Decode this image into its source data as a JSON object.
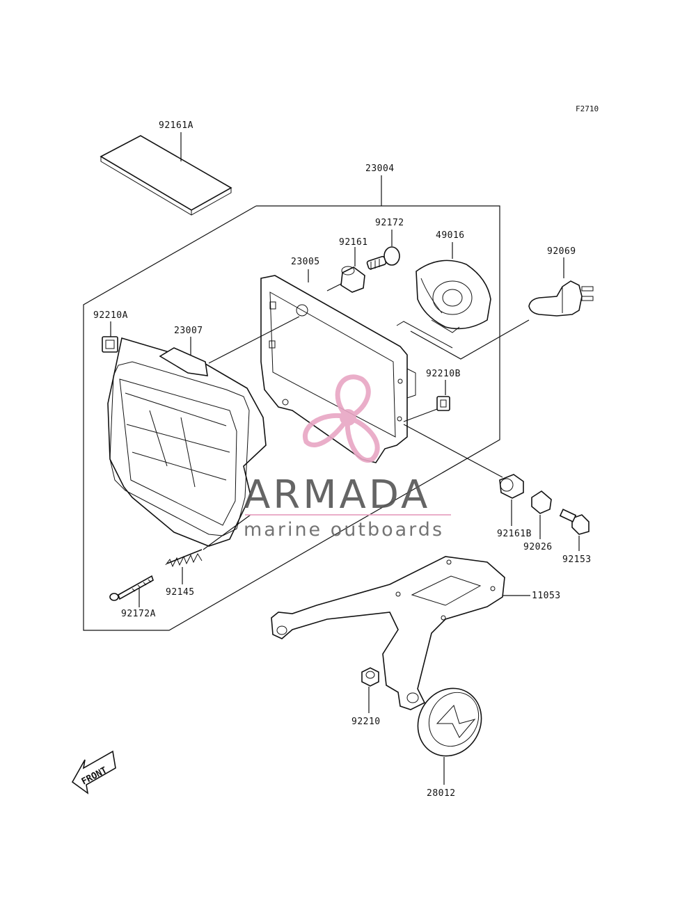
{
  "diagram": {
    "code": "F2710",
    "parts": {
      "p92161A": "92161A",
      "p23004": "23004",
      "p92172": "92172",
      "p92161": "92161",
      "p49016": "49016",
      "p92069": "92069",
      "p23005": "23005",
      "p92210A": "92210A",
      "p23007": "23007",
      "p92210B": "92210B",
      "p92161B": "92161B",
      "p92026": "92026",
      "p92153": "92153",
      "p92145": "92145",
      "p92172A": "92172A",
      "p11053": "11053",
      "p92210": "92210",
      "p28012": "28012"
    },
    "front_arrow": "FRONT"
  },
  "watermark": {
    "title": "ARMADA",
    "subtitle": "marine outboards",
    "color_pink": "#e8a6c4",
    "color_text": "#555555"
  }
}
